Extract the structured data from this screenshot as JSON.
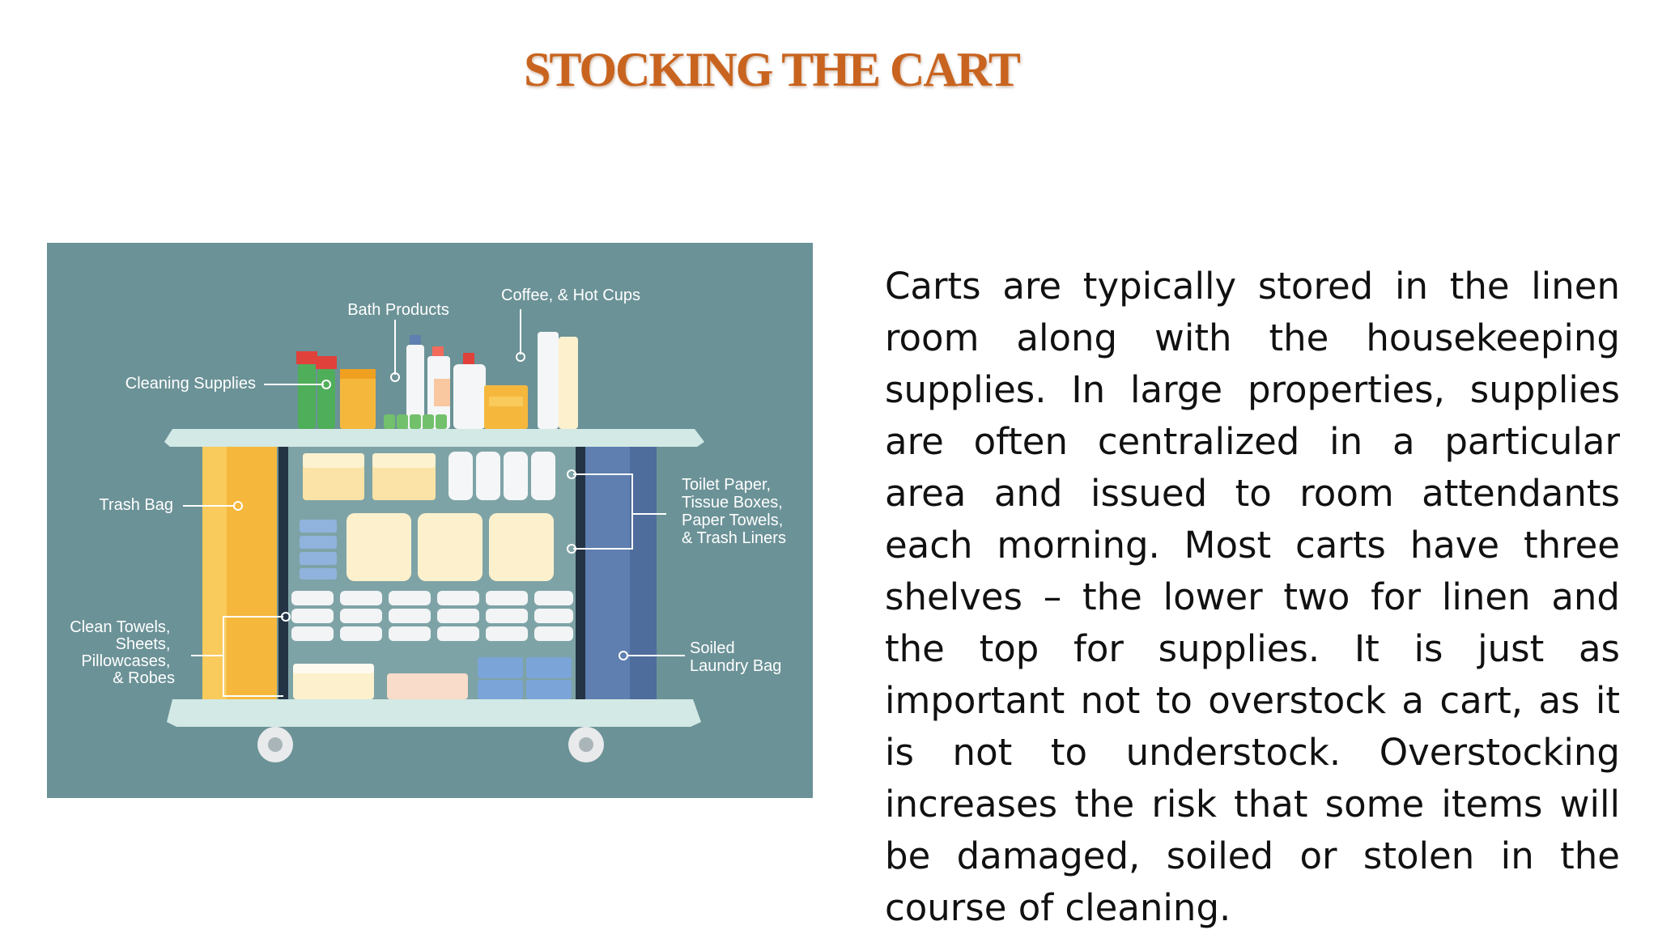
{
  "slide": {
    "title": "STOCKING THE CART",
    "body": "Carts are typically stored in the linen room along with the housekeeping supplies. In large properties, supplies are often centralized in a particular area and issued to room attendants each morning. Most carts have three shelves – the lower two for linen and the top for supplies. It is just as important not to overstock a cart, as it is not to understock. Overstocking increases the risk that some items will be damaged, soiled or stolen in the course of cleaning."
  },
  "figure": {
    "labels": {
      "bath_products": "Bath Products",
      "coffee": "Coffee, & Hot Cups",
      "cleaning_supplies": "Cleaning Supplies",
      "trash_bag": "Trash Bag",
      "toilet_paper": [
        "Toilet Paper,",
        "Tissue Boxes,",
        "Paper Towels,",
        "& Trash Liners"
      ],
      "clean_towels": [
        "Clean Towels,",
        "Sheets,",
        "Pillowcases,",
        "& Robes"
      ],
      "soiled_laundry": [
        "Soiled",
        "Laundry Bag"
      ]
    },
    "colors": {
      "background": "#6b9297",
      "title": "#c8641f",
      "trash_bag": "#f5b83d",
      "laundry_bag": "#5f7fb0",
      "shelf": "#cfe6e2"
    }
  }
}
